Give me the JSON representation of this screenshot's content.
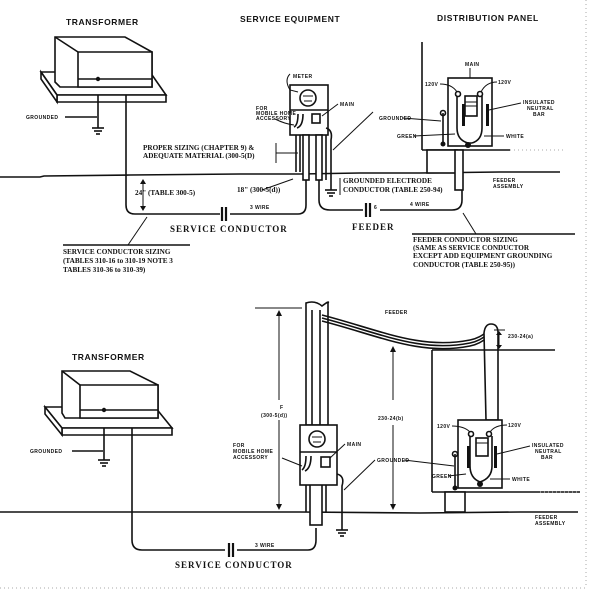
{
  "top": {
    "headings": {
      "transformer": "TRANSFORMER",
      "service_equipment": "SERVICE EQUIPMENT",
      "distribution_panel": "DISTRIBUTION PANEL"
    },
    "labels": {
      "grounded": "GROUNDED",
      "meter": "METER",
      "for_mobile_home_1": "FOR",
      "for_mobile_home_2": "MOBILE HOME",
      "for_mobile_home_3": "ACCESSORY",
      "main": "MAIN",
      "panel_main": "MAIN",
      "v120_left": "120V",
      "v120_right": "120V",
      "insulated_1": "INSULATED",
      "insulated_2": "NEUTRAL",
      "insulated_3": "BAR",
      "grounded_panel": "GROUNDED",
      "green": "GREEN",
      "white": "WHITE",
      "proper_sizing_1": "PROPER SIZING (CHAPTER 9) &",
      "proper_sizing_2": "ADEQUATE MATERIAL (300-5(D)",
      "depth_24": "24\" (TABLE 300-5)",
      "depth_18": "18\" (300-5(d))",
      "grounded_electrode_1": "GROUNDED ELECTRODE",
      "grounded_electrode_2": "CONDUCTOR (TABLE 250-94)",
      "feeder_assembly_1": "FEEDER",
      "feeder_assembly_2": "ASSEMBLY",
      "wire_3": "3 WIRE",
      "wire_4": "4 WIRE",
      "service_conductor": "SERVICE CONDUCTOR",
      "feeder": "FEEDER"
    },
    "notes": {
      "service_sizing": [
        "SERVICE CONDUCTOR SIZING",
        "(TABLES 310-16 to 310-19 NOTE 3",
        "TABLES 310-36 to 310-39)"
      ],
      "feeder_sizing": [
        "FEEDER CONDUCTOR SIZING",
        "(SAME AS SERVICE CONDUCTOR",
        "EXCEPT ADD EQUIPMENT GROUNDING",
        "CONDUCTOR (TABLE 250-95))"
      ]
    }
  },
  "bottom": {
    "headings": {
      "transformer": "TRANSFORMER"
    },
    "labels": {
      "grounded": "GROUNDED",
      "feeder": "FEEDER",
      "clearance_a": "230-24(a)",
      "clearance_b": "230-24(b)",
      "height_1": "F",
      "height_2": "(300-5(d))",
      "for_mobile_home_1": "FOR",
      "for_mobile_home_2": "MOBILE HOME",
      "for_mobile_home_3": "ACCESSORY",
      "main": "MAIN",
      "grounded_panel": "GROUNDED",
      "v120_left": "120V",
      "v120_right": "120V",
      "insulated_1": "INSULATED",
      "insulated_2": "NEUTRAL",
      "insulated_3": "BAR",
      "green": "GREEN",
      "white": "WHITE",
      "feeder_assembly_1": "FEEDER",
      "feeder_assembly_2": "ASSEMBLY",
      "wire_3": "3 WIRE",
      "service_conductor": "SERVICE CONDUCTOR"
    }
  }
}
